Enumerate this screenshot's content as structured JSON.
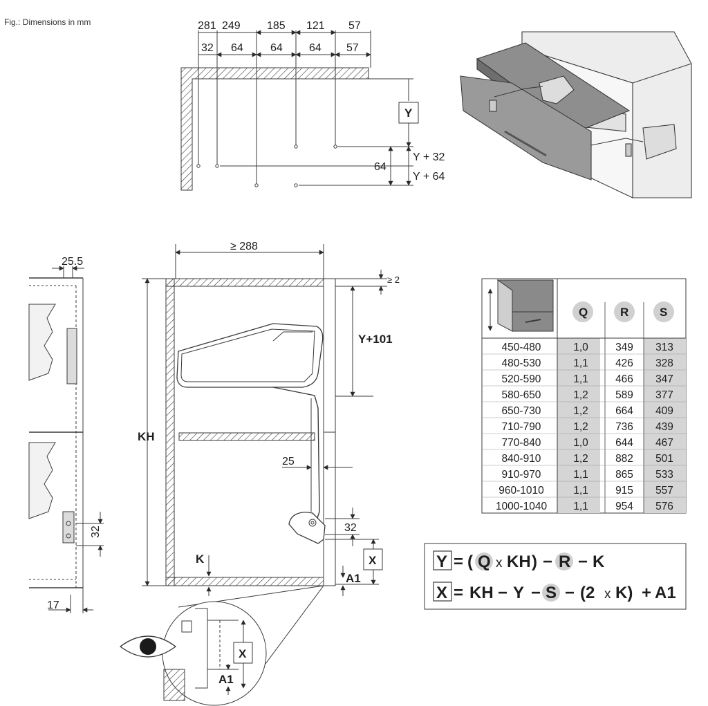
{
  "caption": "Fig.: Dimensions in mm",
  "top_diagram": {
    "outer_dims": [
      "281",
      "249",
      "185",
      "121",
      "57"
    ],
    "inner_dims": [
      "32",
      "64",
      "64",
      "64",
      "57"
    ],
    "y_box": "Y",
    "y_plus_32": "Y + 32",
    "y_plus_64": "Y + 64",
    "dim_64": "64"
  },
  "side_diagram": {
    "dim_25_5": "25.5",
    "dim_32": "32",
    "dim_17": "17"
  },
  "front_diagram": {
    "width_label": "≥ 288",
    "gap_label": "≥ 2",
    "y101_label": "Y+101",
    "kh_label": "KH",
    "dim_25": "25",
    "dim_32": "32",
    "x_label": "X",
    "k_label": "K",
    "a1_label": "A1"
  },
  "detail_diagram": {
    "x_label": "X",
    "a1_label": "A1"
  },
  "table": {
    "headers": [
      "Q",
      "R",
      "S"
    ],
    "rows": [
      {
        "kh": "450-480",
        "q": "1,0",
        "r": "349",
        "s": "313"
      },
      {
        "kh": "480-530",
        "q": "1,1",
        "r": "426",
        "s": "328"
      },
      {
        "kh": "520-590",
        "q": "1,1",
        "r": "466",
        "s": "347"
      },
      {
        "kh": "580-650",
        "q": "1,2",
        "r": "589",
        "s": "377"
      },
      {
        "kh": "650-730",
        "q": "1,2",
        "r": "664",
        "s": "409"
      },
      {
        "kh": "710-790",
        "q": "1,2",
        "r": "736",
        "s": "439"
      },
      {
        "kh": "770-840",
        "q": "1,0",
        "r": "644",
        "s": "467"
      },
      {
        "kh": "840-910",
        "q": "1,2",
        "r": "882",
        "s": "501"
      },
      {
        "kh": "910-970",
        "q": "1,1",
        "r": "865",
        "s": "533"
      },
      {
        "kh": "960-1010",
        "q": "1,1",
        "r": "915",
        "s": "557"
      },
      {
        "kh": "1000-1040",
        "q": "1,1",
        "r": "954",
        "s": "576"
      }
    ]
  },
  "formulas": {
    "line1": {
      "box": "Y",
      "eq": "=",
      "open": "(",
      "q": "Q",
      "times": "x",
      "kh": "KH",
      "close": ")",
      "minus1": "−",
      "r": "R",
      "minus2": "−",
      "k": "K"
    },
    "line2": {
      "box": "X",
      "eq": "=",
      "kh": "KH",
      "minus1": "−",
      "y": "Y",
      "minus2": "−",
      "s": "S",
      "minus3": "−",
      "open": "(2",
      "times": "x",
      "k": "K)",
      "plus": "+",
      "a1": "A1"
    }
  },
  "colors": {
    "line": "#3a3a3a",
    "shade": "#d5d5d5",
    "circle": "#cfcfcf"
  }
}
